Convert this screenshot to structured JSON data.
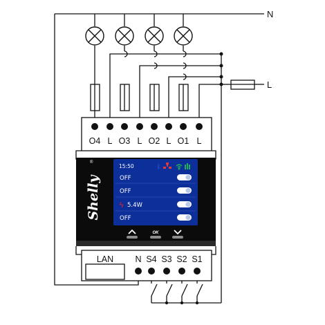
{
  "wiring": {
    "neutral_label": "N",
    "line_label": "L"
  },
  "device": {
    "brand": "Shelly",
    "top_terminals": [
      "O4",
      "L",
      "O3",
      "L",
      "O2",
      "L",
      "O1",
      "L"
    ],
    "bottom_terminals": {
      "lan": "LAN",
      "n": "N",
      "s4": "S4",
      "s3": "S3",
      "s2": "S2",
      "s1": "S1"
    }
  },
  "screen": {
    "time": "15:50",
    "rows": [
      {
        "text": "OFF",
        "toggle": "off"
      },
      {
        "text": "OFF",
        "toggle": "off"
      },
      {
        "text": "5.4W",
        "toggle": "on",
        "icon": "power-bolt-icon"
      },
      {
        "text": "OFF",
        "toggle": "off"
      }
    ],
    "nav": {
      "up_icon": "chevron-up-icon",
      "ok_label": "OK",
      "down_icon": "chevron-down-icon"
    }
  },
  "colors": {
    "screen_bg": "#0d2f99",
    "device_black": "#0b0b0b",
    "bolt_red": "#e8232a",
    "bluetooth_blue": "#3a6df0",
    "network_red": "#e03a3a",
    "wifi_green": "#1fae5b"
  }
}
